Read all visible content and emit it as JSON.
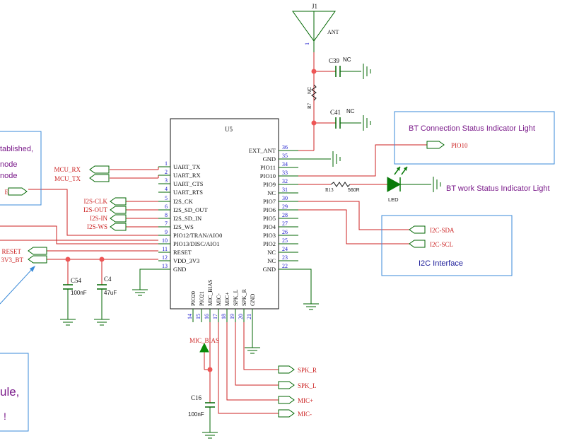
{
  "colors": {
    "wire": "#cc2222",
    "net": "#006600",
    "body": "#111111",
    "pin_num": "#1a1acc",
    "net_label": "#cc2222",
    "annotation_box": "#3a8ad8",
    "annotation_text_purple": "#7a1a8a",
    "annotation_text_blue": "#1a1a99",
    "junction": "#ee5555"
  },
  "icons": [
    "antenna-icon",
    "ground-icon",
    "led-icon",
    "capacitor-icon",
    "resistor-icon",
    "net-flag-icon",
    "power-arrow-icon"
  ],
  "antenna": {
    "ref": "J1",
    "label": "ANT",
    "pin": "1"
  },
  "caps": {
    "c39": {
      "ref": "C39",
      "value": "NC"
    },
    "c41": {
      "ref": "C41",
      "value": "NC"
    },
    "c54": {
      "ref": "C54",
      "value": "100nF"
    },
    "c4": {
      "ref": "C4",
      "value": "47uF"
    },
    "c16": {
      "ref": "C16",
      "value": "100nF"
    }
  },
  "resistors": {
    "r7": {
      "ref": "R7",
      "value": "NC"
    },
    "r13": {
      "ref": "R13",
      "value": "560R"
    }
  },
  "led": {
    "label": "LED"
  },
  "ic": {
    "ref": "U5",
    "left_pins": [
      {
        "num": "1",
        "name": "UART_TX"
      },
      {
        "num": "2",
        "name": "UART_RX"
      },
      {
        "num": "3",
        "name": "UART_CTS"
      },
      {
        "num": "4",
        "name": "UART_RTS"
      },
      {
        "num": "5",
        "name": "I2S_CK"
      },
      {
        "num": "6",
        "name": "I2S_SD_OUT"
      },
      {
        "num": "8",
        "name": "I2S_SD_IN"
      },
      {
        "num": "7",
        "name": "I2S_WS"
      },
      {
        "num": "9",
        "name": "PIO12/TRAN/AIO0"
      },
      {
        "num": "10",
        "name": "PIO13/DISC/AIO1"
      },
      {
        "num": "11",
        "name": "RESET"
      },
      {
        "num": "12",
        "name": "VDD_3V3"
      },
      {
        "num": "13",
        "name": "GND"
      }
    ],
    "right_pins": [
      {
        "num": "36",
        "name": "EXT_ANT"
      },
      {
        "num": "35",
        "name": "GND"
      },
      {
        "num": "34",
        "name": "PIO11"
      },
      {
        "num": "33",
        "name": "PIO10"
      },
      {
        "num": "32",
        "name": "PIO9"
      },
      {
        "num": "31",
        "name": "NC"
      },
      {
        "num": "30",
        "name": "PIO7"
      },
      {
        "num": "29",
        "name": "PIO6"
      },
      {
        "num": "28",
        "name": "PIO5"
      },
      {
        "num": "27",
        "name": "PIO4"
      },
      {
        "num": "26",
        "name": "PIO3"
      },
      {
        "num": "25",
        "name": "PIO2"
      },
      {
        "num": "24",
        "name": "NC"
      },
      {
        "num": "23",
        "name": "NC"
      },
      {
        "num": "22",
        "name": "GND"
      }
    ],
    "bottom_pins": [
      {
        "num": "14",
        "name": "PIO20"
      },
      {
        "num": "15",
        "name": "PIO21"
      },
      {
        "num": "16",
        "name": "MIC_BIAS"
      },
      {
        "num": "17",
        "name": "MIC-"
      },
      {
        "num": "18",
        "name": "MIC+"
      },
      {
        "num": "19",
        "name": "SPK_L"
      },
      {
        "num": "20",
        "name": "SPK_R"
      },
      {
        "num": "21",
        "name": "GND"
      }
    ]
  },
  "nets": {
    "mcu_rx": "MCU_RX",
    "mcu_tx": "MCU_TX",
    "i2s_clk": "I2S-CLK",
    "i2s_out": "I2S-OUT",
    "i2s_in": "I2S-IN",
    "i2s_ws": "I2S-WS",
    "reset": "RESET",
    "v3v3": "3V3_BT",
    "e_partial": "E",
    "pio10": "PIO10",
    "i2c_sda": "I2C-SDA",
    "i2c_scl": "I2C-SCL",
    "mic_bias": "MIC_BIAS",
    "spk_r": "SPK_R",
    "spk_l": "SPK_L",
    "mic_plus": "MIC+",
    "mic_minus": "MIC-"
  },
  "annotations": {
    "bt_conn": "BT  Connection Status Indicator Light",
    "bt_work": "BT  work Status Indicator Light",
    "i2c": "I2C Interface",
    "left_top_line1": "tablished,",
    "left_top_line2": "node",
    "left_top_line3": "node",
    "left_bottom_line1": "ule,",
    "left_bottom_line2": "!"
  }
}
